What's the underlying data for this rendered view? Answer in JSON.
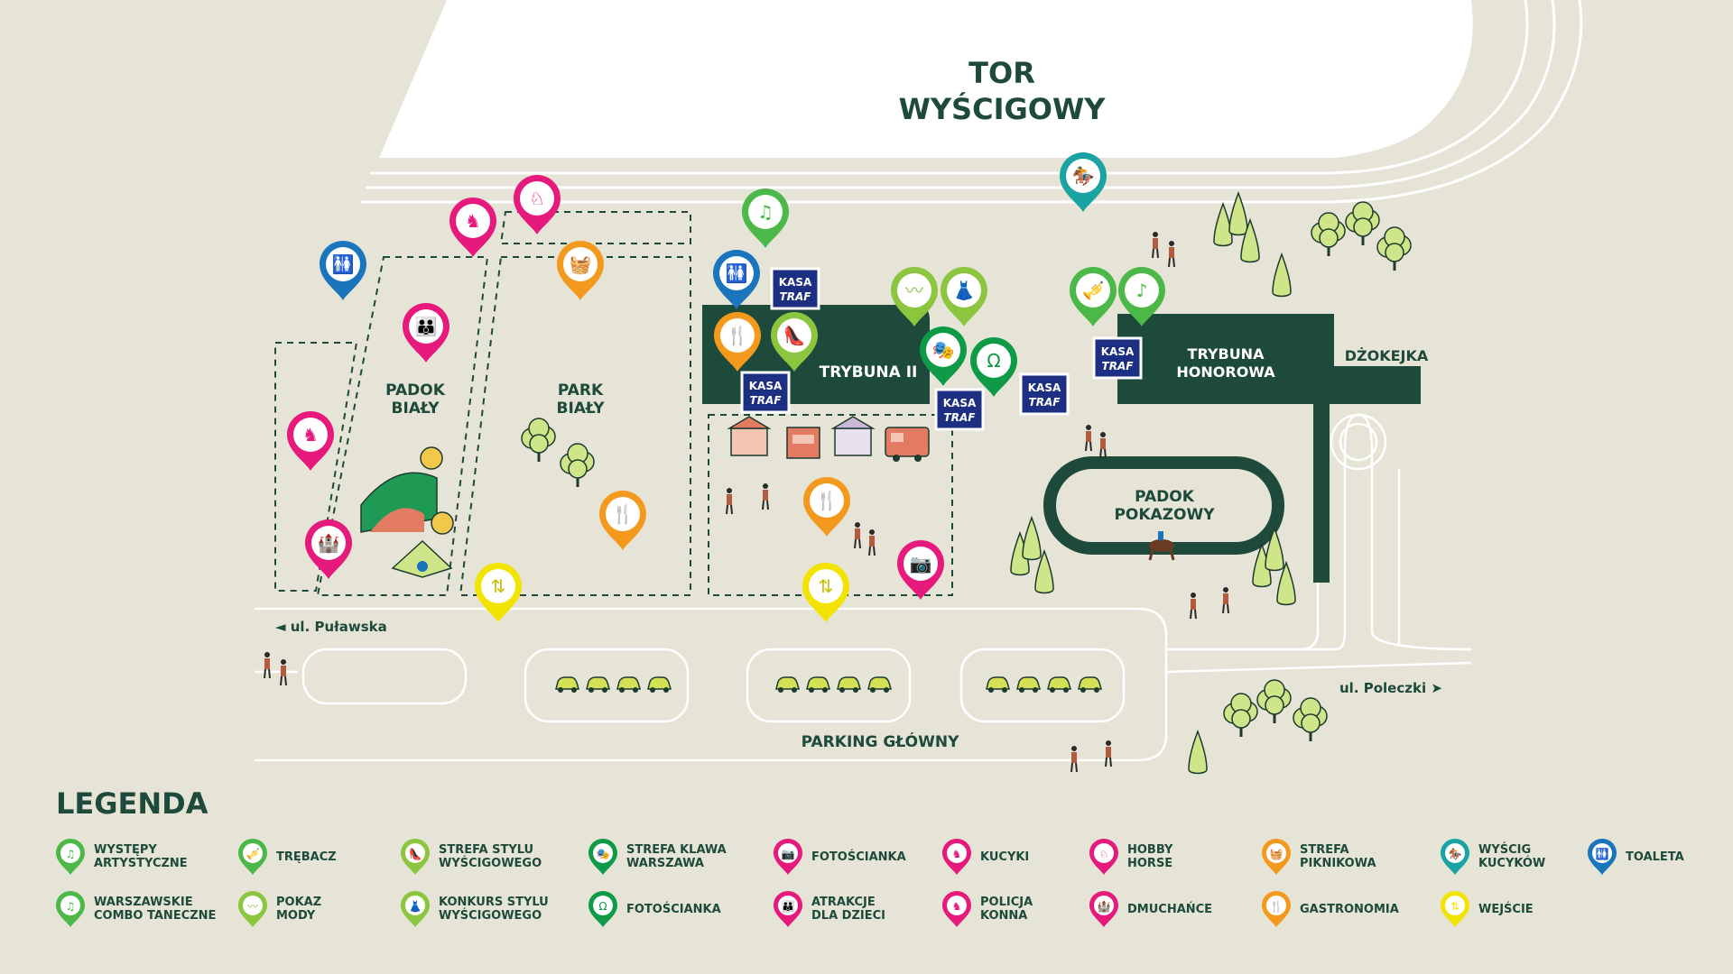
{
  "map": {
    "track_title": [
      "TOR",
      "WYŚCIGOWY"
    ],
    "areas": {
      "padok_bialy": [
        "PADOK",
        "BIAŁY"
      ],
      "park_bialy": [
        "PARK",
        "BIAŁY"
      ],
      "trybuna_ii": "TRYBUNA II",
      "trybuna_honorowa": [
        "TRYBUNA",
        "HONOROWA"
      ],
      "dzokejka": "DŻOKEJKA",
      "padok_pokazowy": [
        "PADOK",
        "POKAZOWY"
      ],
      "parking": "PARKING GŁÓWNY"
    },
    "streets": {
      "pulawska": "◄ ul. Puławska",
      "poleczki": "ul. Poleczki ➤"
    },
    "kasa": [
      "KASA",
      "TRAF"
    ]
  },
  "legend": {
    "title": "LEGENDA",
    "items": [
      {
        "lines": [
          "WYSTĘPY",
          "ARTYSTYCZNE"
        ],
        "icon": "music-icon",
        "color": "#4cb848"
      },
      {
        "lines": [
          "WARSZAWSKIE",
          "COMBO TANECZNE"
        ],
        "icon": "music-icon",
        "color": "#4cb848"
      },
      {
        "lines": [
          "TRĘBACZ"
        ],
        "icon": "trumpet-icon",
        "color": "#4cb848"
      },
      {
        "lines": [
          "POKAZ",
          "MODY"
        ],
        "icon": "mustache-icon",
        "color": "#8cc63f"
      },
      {
        "lines": [
          "STREFA STYLU",
          "WYŚCIGOWEGO"
        ],
        "icon": "heel-icon",
        "color": "#8cc63f"
      },
      {
        "lines": [
          "KONKURS STYLU",
          "WYŚCIGOWEGO"
        ],
        "icon": "dress-icon",
        "color": "#8cc63f"
      },
      {
        "lines": [
          "STREFA KLAWA",
          "WARSZAWA"
        ],
        "icon": "mask-icon",
        "color": "#0f9a48"
      },
      {
        "lines": [
          "FOTOŚCIANKA"
        ],
        "icon": "horseshoe-icon",
        "color": "#0f9a48"
      },
      {
        "lines": [
          "FOTOŚCIANKA"
        ],
        "icon": "camera-icon",
        "color": "#e6197d"
      },
      {
        "lines": [
          "ATRAKCJE",
          "DLA DZIECI"
        ],
        "icon": "family-icon",
        "color": "#e6197d"
      },
      {
        "lines": [
          "KUCYKI"
        ],
        "icon": "pony-icon",
        "color": "#e6197d"
      },
      {
        "lines": [
          "POLICJA",
          "KONNA"
        ],
        "icon": "horse-rider-icon",
        "color": "#e6197d"
      },
      {
        "lines": [
          "HOBBY",
          "HORSE"
        ],
        "icon": "hobby-horse-icon",
        "color": "#e6197d"
      },
      {
        "lines": [
          "DMUCHAŃCE"
        ],
        "icon": "bouncy-castle-icon",
        "color": "#e6197d"
      },
      {
        "lines": [
          "STREFA",
          "PIKNIKOWA"
        ],
        "icon": "basket-icon",
        "color": "#f39a1e"
      },
      {
        "lines": [
          "GASTRONOMIA"
        ],
        "icon": "fork-knife-icon",
        "color": "#f39a1e"
      },
      {
        "lines": [
          "WYŚCIG",
          "KUCYKÓW"
        ],
        "icon": "jockey-icon",
        "color": "#1ba3a3"
      },
      {
        "lines": [
          "WEJŚCIE"
        ],
        "icon": "entrance-arrows-icon",
        "color": "#f2e400"
      },
      {
        "lines": [
          "TOALETA"
        ],
        "icon": "toilet-icon",
        "color": "#1b75bc"
      }
    ]
  }
}
